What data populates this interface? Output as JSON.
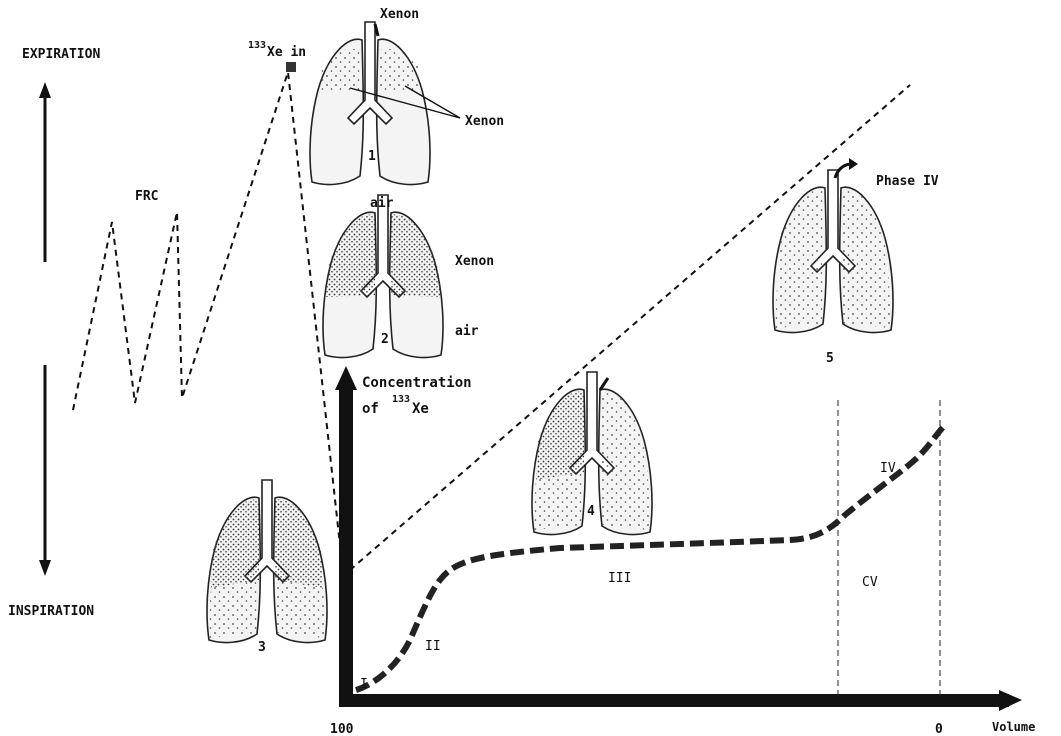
{
  "labels": {
    "expiration": "EXPIRATION",
    "inspiration": "INSPIRATION",
    "frc": "FRC",
    "xe_in_sup": "133",
    "xe_in_main": "Xe in",
    "xenon_top": "Xenon",
    "xenon_right1": "Xenon",
    "air_top2": "air",
    "xenon_right2": "Xenon",
    "air_right2": "air",
    "phase_iv_title": "Phase IV",
    "conc_line1": "Concentration",
    "conc_of": "of",
    "conc_sup": "133",
    "conc_xe": "Xe",
    "axis_100": "100",
    "axis_0": "0",
    "axis_volume": "Volume"
  },
  "lung_numbers": [
    "1",
    "2",
    "3",
    "4",
    "5"
  ],
  "phases": {
    "I": "I",
    "II": "II",
    "III": "III",
    "IV": "IV",
    "CV": "CV"
  }
}
